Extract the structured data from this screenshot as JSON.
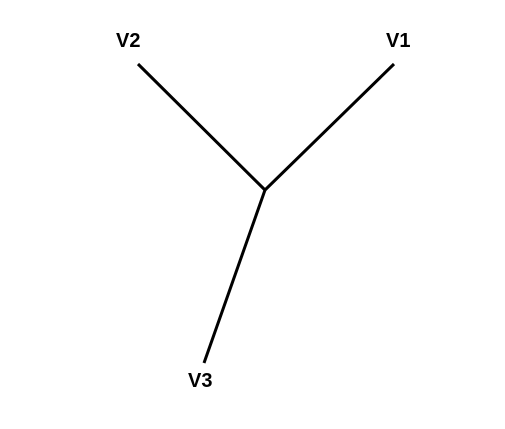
{
  "diagram": {
    "type": "tree",
    "edge_color": "#000000",
    "background_color": "#ffffff",
    "nodes": {
      "v1": "V1",
      "v2": "V2",
      "v3": "V3"
    },
    "edges": [
      [
        "center",
        "v1"
      ],
      [
        "center",
        "v2"
      ],
      [
        "center",
        "v3"
      ]
    ]
  }
}
